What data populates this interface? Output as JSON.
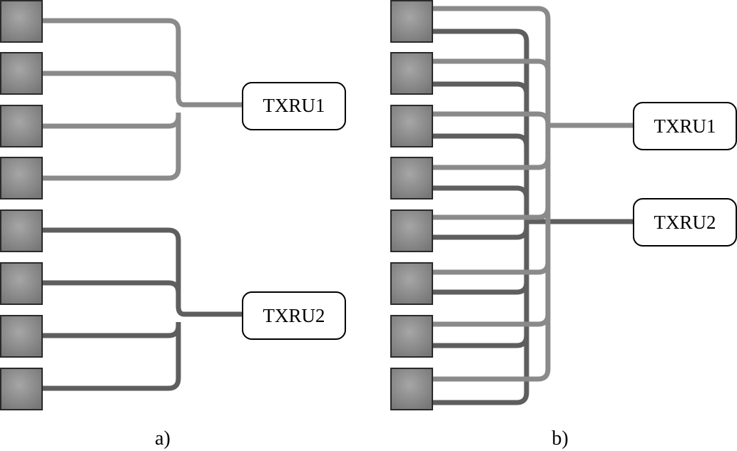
{
  "panels": {
    "a": {
      "caption": "a)",
      "txru1_label": "TXRU1",
      "txru2_label": "TXRU2"
    },
    "b": {
      "caption": "b)",
      "txru1_label": "TXRU1",
      "txru2_label": "TXRU2"
    }
  },
  "colors": {
    "txru1_line": "#8a8a8a",
    "txru2_line": "#5e5e5e",
    "element_fill": "#8c8c8c",
    "element_stroke": "#2a2a2a",
    "box_stroke": "#000000"
  },
  "structure": {
    "antenna_elements_per_panel": 8,
    "panel_a": "sub-array: elements 1-4 to TXRU1, elements 5-8 to TXRU2",
    "panel_b": "full connection: all 8 elements to TXRU1 and TXRU2"
  }
}
